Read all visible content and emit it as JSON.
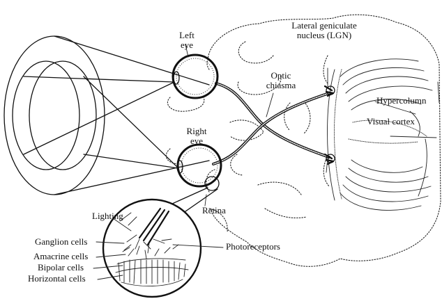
{
  "labels": {
    "left_eye": "Left\neye",
    "right_eye": "Right\neye",
    "lgn": "Lateral geniculate\nnucleus (LGN)",
    "optic_chiasma": "Optic\nchiasma",
    "hypercolumn": "Hypercolumn",
    "visual_cortex": "Visual cortex",
    "retina": "Retina",
    "lighting": "Lighting",
    "ganglion": "Ganglion cells",
    "amacrine": "Amacrine cells",
    "bipolar": "Bipolar cells",
    "horizontal": "Horizontal cells",
    "photoreceptors": "Photoreceptors"
  }
}
